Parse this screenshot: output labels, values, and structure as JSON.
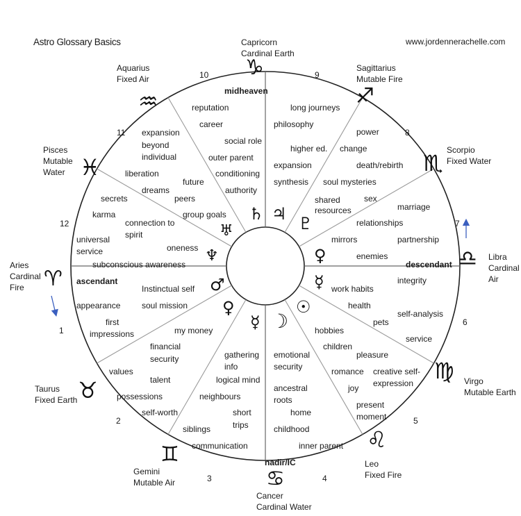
{
  "header": {
    "title": "Astro Glossary Basics",
    "website": "www.jordennerachelle.com"
  },
  "zodiac_signs": {
    "capricorn": {
      "line1": "Capricorn",
      "line2": "Cardinal Earth",
      "glyph": "♑"
    },
    "aquarius": {
      "line1": "Aquarius",
      "line2": "Fixed Air",
      "glyph": "♒"
    },
    "sagittarius": {
      "line1": "Sagittarius",
      "line2": "Mutable Fire",
      "glyph": "♐"
    },
    "pisces": {
      "line1": "Pisces",
      "line2": "Mutable",
      "line3": "Water",
      "glyph": "♓"
    },
    "scorpio": {
      "line1": "Scorpio",
      "line2": "Fixed Water",
      "glyph": "♏"
    },
    "aries": {
      "line1": "Aries",
      "line2": "Cardinal",
      "line3": "Fire",
      "glyph": "♈"
    },
    "libra": {
      "line1": "Libra",
      "line2": "Cardinal",
      "line3": "Air",
      "glyph": "♎"
    },
    "taurus": {
      "line1": "Taurus",
      "line2": "Fixed Earth",
      "glyph": "♉"
    },
    "virgo": {
      "line1": "Virgo",
      "line2": "Mutable Earth",
      "glyph": "♍"
    },
    "gemini": {
      "line1": "Gemini",
      "line2": "Mutable Air",
      "glyph": "♊"
    },
    "leo": {
      "line1": "Leo",
      "line2": "Fixed Fire",
      "glyph": "♌"
    },
    "cancer": {
      "line1": "Cancer",
      "line2": "Cardinal Water",
      "glyph": "♋"
    }
  },
  "house_numbers": [
    "1",
    "2",
    "3",
    "4",
    "5",
    "6",
    "7",
    "8",
    "9",
    "10",
    "11",
    "12"
  ],
  "angles": {
    "midheaven": "midheaven",
    "descendant": "descendant",
    "ascendant": "ascendant",
    "nadir": "nadir/IC"
  },
  "planets": {
    "saturn": "♄",
    "jupiter": "♃",
    "pluto": "♇",
    "uranus": "♅",
    "neptune": "♆",
    "venus_upper": "♀",
    "mercury_right": "☿",
    "sun": "☉",
    "mars": "♂",
    "venus_lower": "♀",
    "mercury_lower": "☿",
    "moon": "☽"
  },
  "house_keywords": {
    "h10": [
      "reputation",
      "career",
      "social role",
      "outer parent",
      "conditioning",
      "authority"
    ],
    "h9": [
      "long journeys",
      "philosophy",
      "higher ed.",
      "expansion",
      "synthesis"
    ],
    "h8": [
      "power",
      "change",
      "death/rebirth",
      "soul mysteries",
      "shared",
      "resources",
      "sex"
    ],
    "h11": [
      "expansion",
      "beyond",
      "individual",
      "liberation",
      "future",
      "dreams",
      "peers",
      "group goals"
    ],
    "h12": [
      "secrets",
      "karma",
      "connection to",
      "spirit",
      "universal",
      "service",
      "oneness",
      "subconscious awareness"
    ],
    "h7": [
      "marriage",
      "relationships",
      "partnership",
      "mirrors",
      "enemies",
      "integrity"
    ],
    "h1": [
      "Instinctual self",
      "appearance",
      "soul mission",
      "first",
      "impressions"
    ],
    "h6": [
      "work habits",
      "health",
      "pets",
      "self-analysis",
      "service"
    ],
    "h2": [
      "my money",
      "financial",
      "security",
      "values",
      "talent",
      "possessions",
      "self-worth"
    ],
    "h5": [
      "hobbies",
      "children",
      "pleasure",
      "romance",
      "creative self-",
      "expression",
      "joy",
      "present",
      "moment"
    ],
    "h3": [
      "gathering",
      "info",
      "logical mind",
      "neighbours",
      "short",
      "trips",
      "siblings",
      "communication"
    ],
    "h4": [
      "emotional",
      "security",
      "ancestral",
      "roots",
      "home",
      "childhood",
      "inner parent"
    ]
  }
}
